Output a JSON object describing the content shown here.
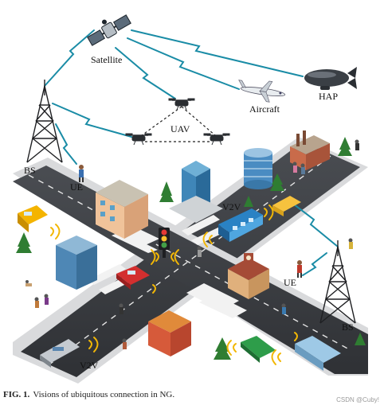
{
  "labels": {
    "satellite": "Satellite",
    "hap": "HAP",
    "aircraft": "Aircraft",
    "uav": "UAV",
    "bs_left": "BS",
    "ue_left": "UE",
    "v2v_top": "V2V",
    "ue_right": "UE",
    "bs_right": "BS",
    "v2v_bottom": "V2V"
  },
  "caption": {
    "fig_number": "FIG. 1.",
    "text": "Visions of ubiquitous connection in NG."
  },
  "watermark": "CSDN @Cuby!",
  "colors": {
    "road": "#3b3e43",
    "sidewalk": "#d9dadc",
    "link_lightning": "#2a9bb3",
    "satellite_link": "#1a8ca6",
    "grass": "#7cb342",
    "signal_arc": "#f2b705"
  }
}
